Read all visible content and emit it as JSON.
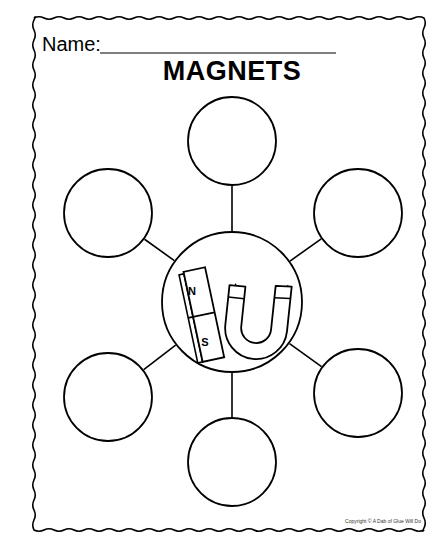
{
  "diagram": {
    "title": "MAGNETS",
    "nodes": [
      {
        "text": []
      },
      {
        "text": []
      },
      {
        "text": []
      },
      {
        "text": []
      },
      {
        "text": []
      },
      {
        "text": []
      },
      {
        "text": []
      }
    ],
    "edges": [
      {
        "from": 3,
        "to": 0,
        "arrow": "none"
      },
      {
        "from": 3,
        "to": 1,
        "arrow": "none"
      },
      {
        "from": 3,
        "to": 2,
        "arrow": "none"
      },
      {
        "from": 3,
        "to": 4,
        "arrow": "none"
      },
      {
        "from": 3,
        "to": 5,
        "arrow": "none"
      },
      {
        "from": 3,
        "to": 6,
        "arrow": "none"
      }
    ],
    "labels": [
      "Name:",
      "N",
      "S",
      "Copyright © A Dab of Glue Will Do"
    ]
  }
}
